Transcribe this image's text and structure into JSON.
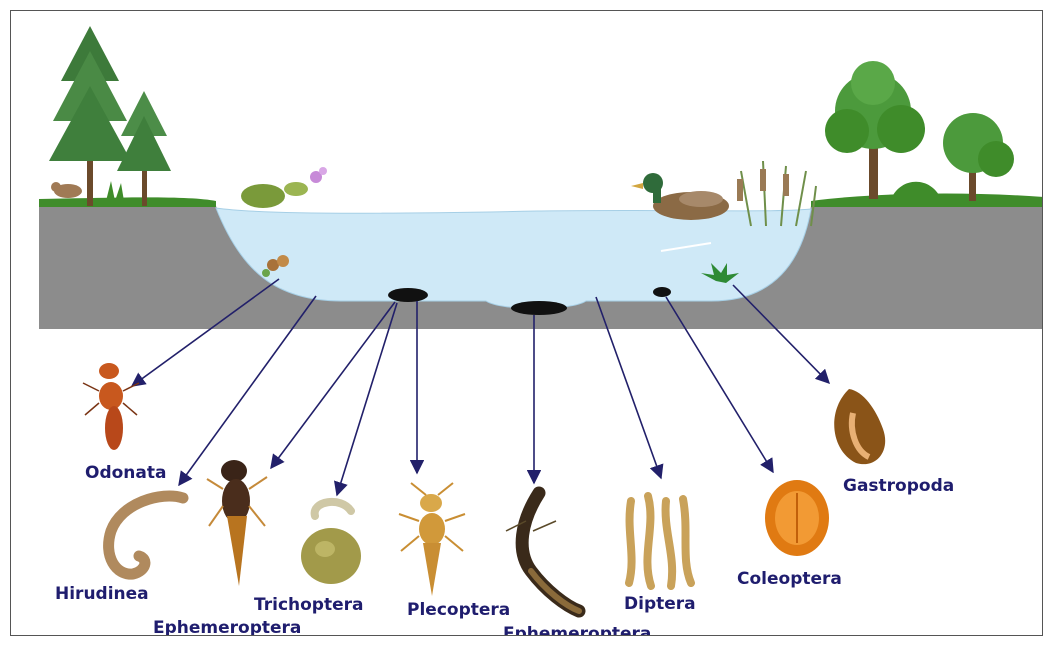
{
  "diagram": {
    "labels": {
      "odonata": "Odonata",
      "hirudinea": "Hirudinea",
      "ephemeroptera_1": "Ephemeroptera",
      "trichoptera": "Trichoptera",
      "plecoptera": "Plecoptera",
      "ephemeroptera_2": "Ephemeroptera",
      "diptera": "Diptera",
      "coleoptera": "Coleoptera",
      "gastropoda": "Gastropoda"
    },
    "colors": {
      "water": "#cfe9f7",
      "ground": "#8c8c8c",
      "grass": "#3f8c2a",
      "arrow": "#22206a",
      "label": "#1f1d6e"
    }
  }
}
